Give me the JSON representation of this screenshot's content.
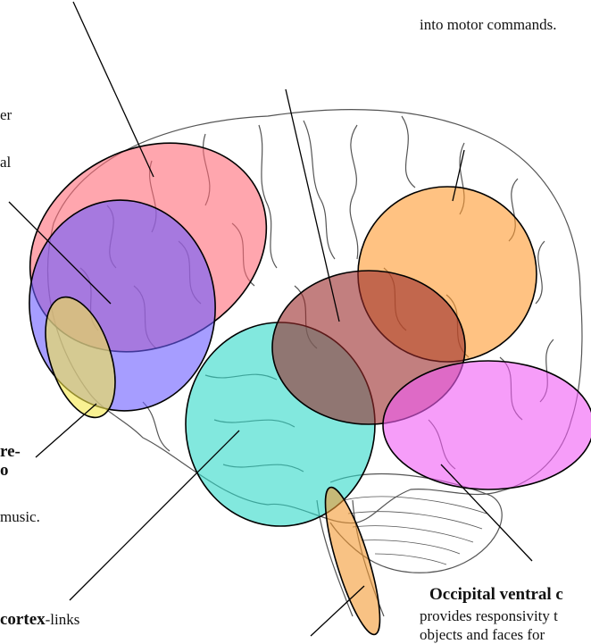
{
  "texts": {
    "top_right_tail": "into motor commands.",
    "left_frag_1": "er",
    "left_frag_2": "al",
    "left_bold_1": "re-",
    "left_bold_2": "o",
    "left_music": "music.",
    "bottom_left_bold": "cortex",
    "bottom_left_rest": "-links",
    "bottom_right_title": "Occipital ventral c",
    "bottom_right_line1": "provides responsivity t",
    "bottom_right_line2": "objects and faces for"
  },
  "colors": {
    "red_region": "#ff6b78",
    "blue_region": "#6a5cff",
    "yellow_region": "#f5e84a",
    "orange_region": "#ff9a2e",
    "dark_red_region": "#9a2a2a",
    "teal_region": "#2fd8c8",
    "magenta_region": "#f05cf5",
    "small_orange_region": "#f39a32",
    "outline": "#000000",
    "brain_line": "#555555"
  }
}
